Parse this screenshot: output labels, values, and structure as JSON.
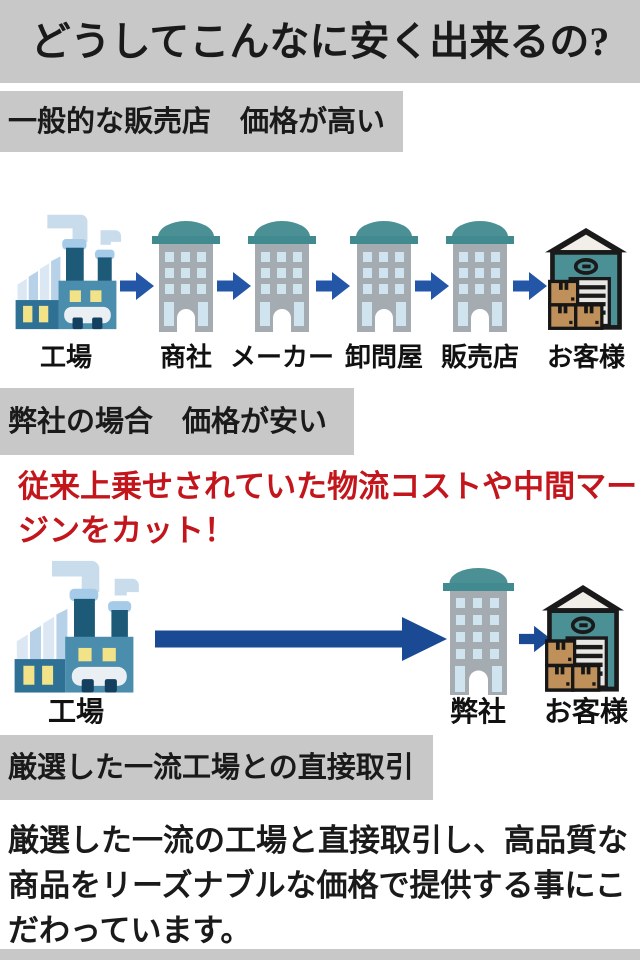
{
  "colors": {
    "background": "#ffffff",
    "bar_background": "#c8c8c8",
    "heading_text": "#1a1a1a",
    "callout_red": "#c3161c",
    "arrow_blue": "#2456a8",
    "arrow_navy": "#1b4a94",
    "building_roof_teal": "#4b9095",
    "building_body_gray": "#a4abb1",
    "window_blue": "#cfe4ee",
    "factory_blue": "#4a8dad",
    "box_brown": "#c0905a"
  },
  "header": {
    "title": "どうしてこんなに安く出来るの?"
  },
  "general_section": {
    "heading": "一般的な販売店　価格が高い",
    "flow": [
      {
        "icon": "factory-icon",
        "label": "工場"
      },
      {
        "icon": "office-building-icon",
        "label": "商社"
      },
      {
        "icon": "office-building-icon",
        "label": "メーカー"
      },
      {
        "icon": "office-building-icon",
        "label": "卸問屋"
      },
      {
        "icon": "office-building-icon",
        "label": "販売店"
      },
      {
        "icon": "warehouse-boxes-icon",
        "label": "お客様"
      }
    ]
  },
  "our_section": {
    "heading": "弊社の場合　価格が安い",
    "callout_lines": [
      "従来上乗せされていた物流コストや中間マー",
      "ジンをカット！"
    ],
    "flow": [
      {
        "icon": "factory-icon",
        "label": "工場"
      },
      {
        "icon": "tall-office-building-icon",
        "label": "弊社"
      },
      {
        "icon": "warehouse-boxes-icon",
        "label": "お客様"
      }
    ]
  },
  "direct_section": {
    "heading": "厳選した一流工場との直接取引",
    "body_lines": [
      "厳選した一流の工場と直接取引し、高品質な",
      "商品をリーズナブルな価格で提供する事にこ",
      "だわっています。"
    ]
  }
}
